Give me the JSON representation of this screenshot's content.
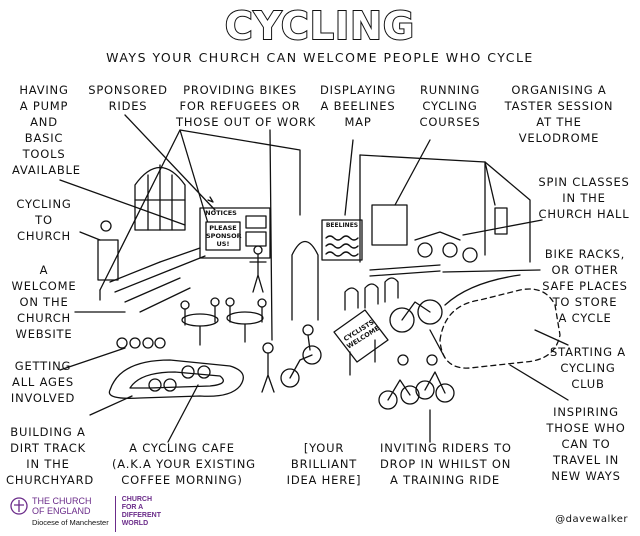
{
  "title": "CYCLING",
  "subtitle": "WAYS YOUR CHURCH CAN WELCOME PEOPLE WHO CYCLE",
  "labels": {
    "pump": [
      "HAVING",
      "A PUMP",
      "AND",
      "BASIC",
      "TOOLS",
      "AVAILABLE"
    ],
    "sponsored": [
      "SPONSORED",
      "RIDES"
    ],
    "bikes_refugees": [
      "PROVIDING BIKES",
      "FOR REFUGEES OR",
      "THOSE OUT OF WORK"
    ],
    "beelines": [
      "DISPLAYING",
      "A BEELINES",
      "MAP"
    ],
    "courses": [
      "RUNNING",
      "CYCLING",
      "COURSES"
    ],
    "taster": [
      "ORGANISING A",
      "TASTER SESSION",
      "AT THE",
      "VELODROME"
    ],
    "spin": [
      "SPIN CLASSES",
      "IN THE",
      "CHURCH HALL"
    ],
    "cycling_church": [
      "CYCLING",
      "TO",
      "CHURCH"
    ],
    "welcome_web": [
      "A",
      "WELCOME",
      "ON THE",
      "CHURCH",
      "WEBSITE"
    ],
    "bike_racks": [
      "BIKE RACKS,",
      "OR OTHER",
      "SAFE PLACES",
      "TO STORE",
      "A CYCLE"
    ],
    "all_ages": [
      "GETTING",
      "ALL AGES",
      "INVOLVED"
    ],
    "cycling_club": [
      "STARTING A",
      "CYCLING",
      "CLUB"
    ],
    "dirt_track": [
      "BUILDING A",
      "DIRT TRACK",
      "IN THE",
      "CHURCHYARD"
    ],
    "cafe": [
      "A CYCLING CAFE",
      "(A.K.A YOUR EXISTING",
      "COFFEE MORNING)"
    ],
    "brilliant_idea": [
      "[YOUR",
      "BRILLIANT",
      "IDEA HERE]"
    ],
    "drop_in": [
      "INVITING RIDERS TO",
      "DROP IN WHILST ON",
      "A TRAINING RIDE"
    ],
    "inspiring": [
      "INSPIRING",
      "THOSE WHO",
      "CAN TO",
      "TRAVEL IN",
      "NEW WAYS"
    ]
  },
  "signs": {
    "notices": "NOTICES",
    "sponsor": [
      "PLEASE",
      "SPONSOR",
      "US!"
    ],
    "beelines_board": "BEELINES",
    "cyclists_welcome": [
      "CYCLISTS",
      "WELCOME"
    ]
  },
  "footer": {
    "coe": [
      "THE CHURCH",
      "OF ENGLAND"
    ],
    "diocese": "Diocese of Manchester",
    "cfdw": [
      "CHURCH",
      "FOR A",
      "DIFFERENT",
      "WORLD"
    ],
    "credit": "@davewalker"
  },
  "colors": {
    "ink": "#111111",
    "brand": "#6b2c8a"
  }
}
